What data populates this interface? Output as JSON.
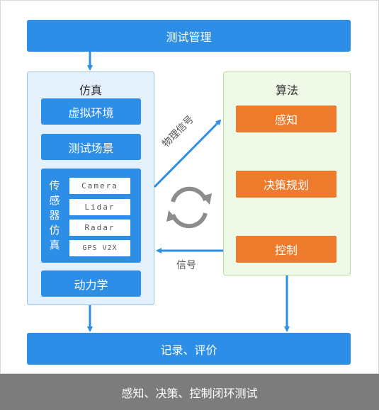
{
  "top_bar": {
    "label": "测试管理"
  },
  "simulation": {
    "title": "仿真",
    "virtual_environment": "虚拟环境",
    "test_scenario": "测试场景",
    "sensor_simulation_label": "传\n感\n器\n仿\n真",
    "sensors": [
      "Camera",
      "Lidar",
      "Radar",
      "GPS V2X"
    ],
    "dynamics": "动力学"
  },
  "algorithm": {
    "title": "算法",
    "perception": "感知",
    "decision_planning": "决策规划",
    "control": "控制"
  },
  "signals": {
    "physical_signal": "物理信号",
    "signal": "信号"
  },
  "bottom_bar": {
    "label": "记录、评价"
  },
  "footer": {
    "label": "感知、决策、控制闭环测试"
  },
  "colors": {
    "blue": "#2d8ee8",
    "orange": "#ee7b2c",
    "sim_panel_bg": "#e4f0fb",
    "algo_panel_bg": "#eef9e8",
    "footer_bg": "#7c7c7c",
    "cycle_icon": "#8c8c8c"
  },
  "icons": {
    "cycle": "refresh-cycle-icon"
  }
}
